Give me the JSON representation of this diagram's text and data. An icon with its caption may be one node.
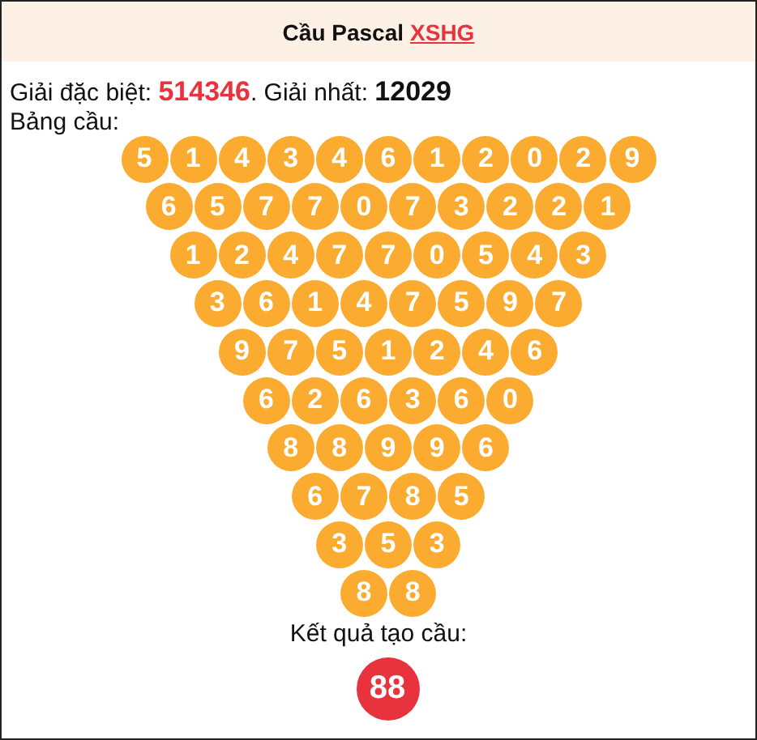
{
  "diagram": {
    "title": "Cầu Pascal",
    "nodes": [
      {
        "text": [
          "5"
        ]
      },
      {
        "text": [
          "1"
        ]
      },
      {
        "text": [
          "4"
        ]
      },
      {
        "text": [
          "3"
        ]
      },
      {
        "text": [
          "4"
        ]
      },
      {
        "text": [
          "6"
        ]
      },
      {
        "text": [
          "1"
        ]
      },
      {
        "text": [
          "2"
        ]
      },
      {
        "text": [
          "0"
        ]
      },
      {
        "text": [
          "2"
        ]
      },
      {
        "text": [
          "9"
        ]
      },
      {
        "text": [
          "6"
        ]
      },
      {
        "text": [
          "5"
        ]
      },
      {
        "text": [
          "7"
        ]
      },
      {
        "text": [
          "7"
        ]
      },
      {
        "text": [
          "0"
        ]
      },
      {
        "text": [
          "7"
        ]
      },
      {
        "text": [
          "3"
        ]
      },
      {
        "text": [
          "2"
        ]
      },
      {
        "text": [
          "2"
        ]
      },
      {
        "text": [
          "1"
        ]
      },
      {
        "text": [
          "1"
        ]
      },
      {
        "text": [
          "2"
        ]
      },
      {
        "text": [
          "4"
        ]
      },
      {
        "text": [
          "7"
        ]
      },
      {
        "text": [
          "7"
        ]
      },
      {
        "text": [
          "0"
        ]
      },
      {
        "text": [
          "5"
        ]
      },
      {
        "text": [
          "4"
        ]
      },
      {
        "text": [
          "3"
        ]
      },
      {
        "text": [
          "3"
        ]
      },
      {
        "text": [
          "6"
        ]
      },
      {
        "text": [
          "1"
        ]
      },
      {
        "text": [
          "4"
        ]
      },
      {
        "text": [
          "7"
        ]
      },
      {
        "text": [
          "5"
        ]
      },
      {
        "text": [
          "9"
        ]
      },
      {
        "text": [
          "7"
        ]
      },
      {
        "text": [
          "9"
        ]
      },
      {
        "text": [
          "7"
        ]
      },
      {
        "text": [
          "5"
        ]
      },
      {
        "text": [
          "1"
        ]
      },
      {
        "text": [
          "2"
        ]
      },
      {
        "text": [
          "4"
        ]
      },
      {
        "text": [
          "6"
        ]
      },
      {
        "text": [
          "6"
        ]
      },
      {
        "text": [
          "2"
        ]
      },
      {
        "text": [
          "6"
        ]
      },
      {
        "text": [
          "3"
        ]
      },
      {
        "text": [
          "6"
        ]
      },
      {
        "text": [
          "0"
        ]
      },
      {
        "text": [
          "8"
        ]
      },
      {
        "text": [
          "8"
        ]
      },
      {
        "text": [
          "9"
        ]
      },
      {
        "text": [
          "9"
        ]
      },
      {
        "text": [
          "6"
        ]
      },
      {
        "text": [
          "6"
        ]
      },
      {
        "text": [
          "7"
        ]
      },
      {
        "text": [
          "8"
        ]
      },
      {
        "text": [
          "5"
        ]
      },
      {
        "text": [
          "3"
        ]
      },
      {
        "text": [
          "5"
        ]
      },
      {
        "text": [
          "3"
        ]
      },
      {
        "text": [
          "8"
        ]
      },
      {
        "text": [
          "8"
        ]
      },
      {
        "text": [
          "88"
        ]
      }
    ],
    "labels": [
      "XSHG",
      "Giải đặc biệt: **514346**. Giải nhất: **12029**",
      "Bảng cầu:",
      "Kết quả tạo cầu:"
    ]
  }
}
